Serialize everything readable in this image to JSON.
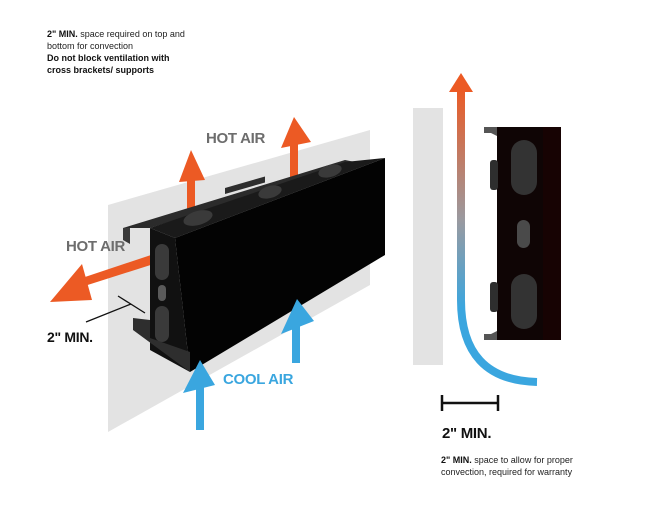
{
  "notes": {
    "top": {
      "bold_prefix": "2\" MIN.",
      "line1_rest": " space required on top and",
      "line2": "bottom for convection",
      "line3": "Do not block ventilation with",
      "line4": "cross brackets/ supports"
    },
    "bottom": {
      "bold_prefix": "2\" MIN.",
      "line1_rest": " space to allow for proper",
      "line2": "convection, required for warranty"
    }
  },
  "labels": {
    "hot_air_top": "HOT AIR",
    "hot_air_left": "HOT AIR",
    "cool_air": "COOL AIR",
    "min_left": "2\" MIN.",
    "min_side": "2\" MIN."
  },
  "icons": {
    "hot_arrow": "arrow-up-icon",
    "cool_arrow": "arrow-up-icon",
    "hot_left_arrow": "arrow-left-icon",
    "dimension_bar": "dimension-bracket-icon"
  },
  "colors": {
    "hot": "#ec5a24",
    "cool": "#3aa6df",
    "wall": "#e3e3e3",
    "heater": "#050505",
    "slot": "#3a3a3a",
    "label_gray": "#6d6d6d"
  }
}
